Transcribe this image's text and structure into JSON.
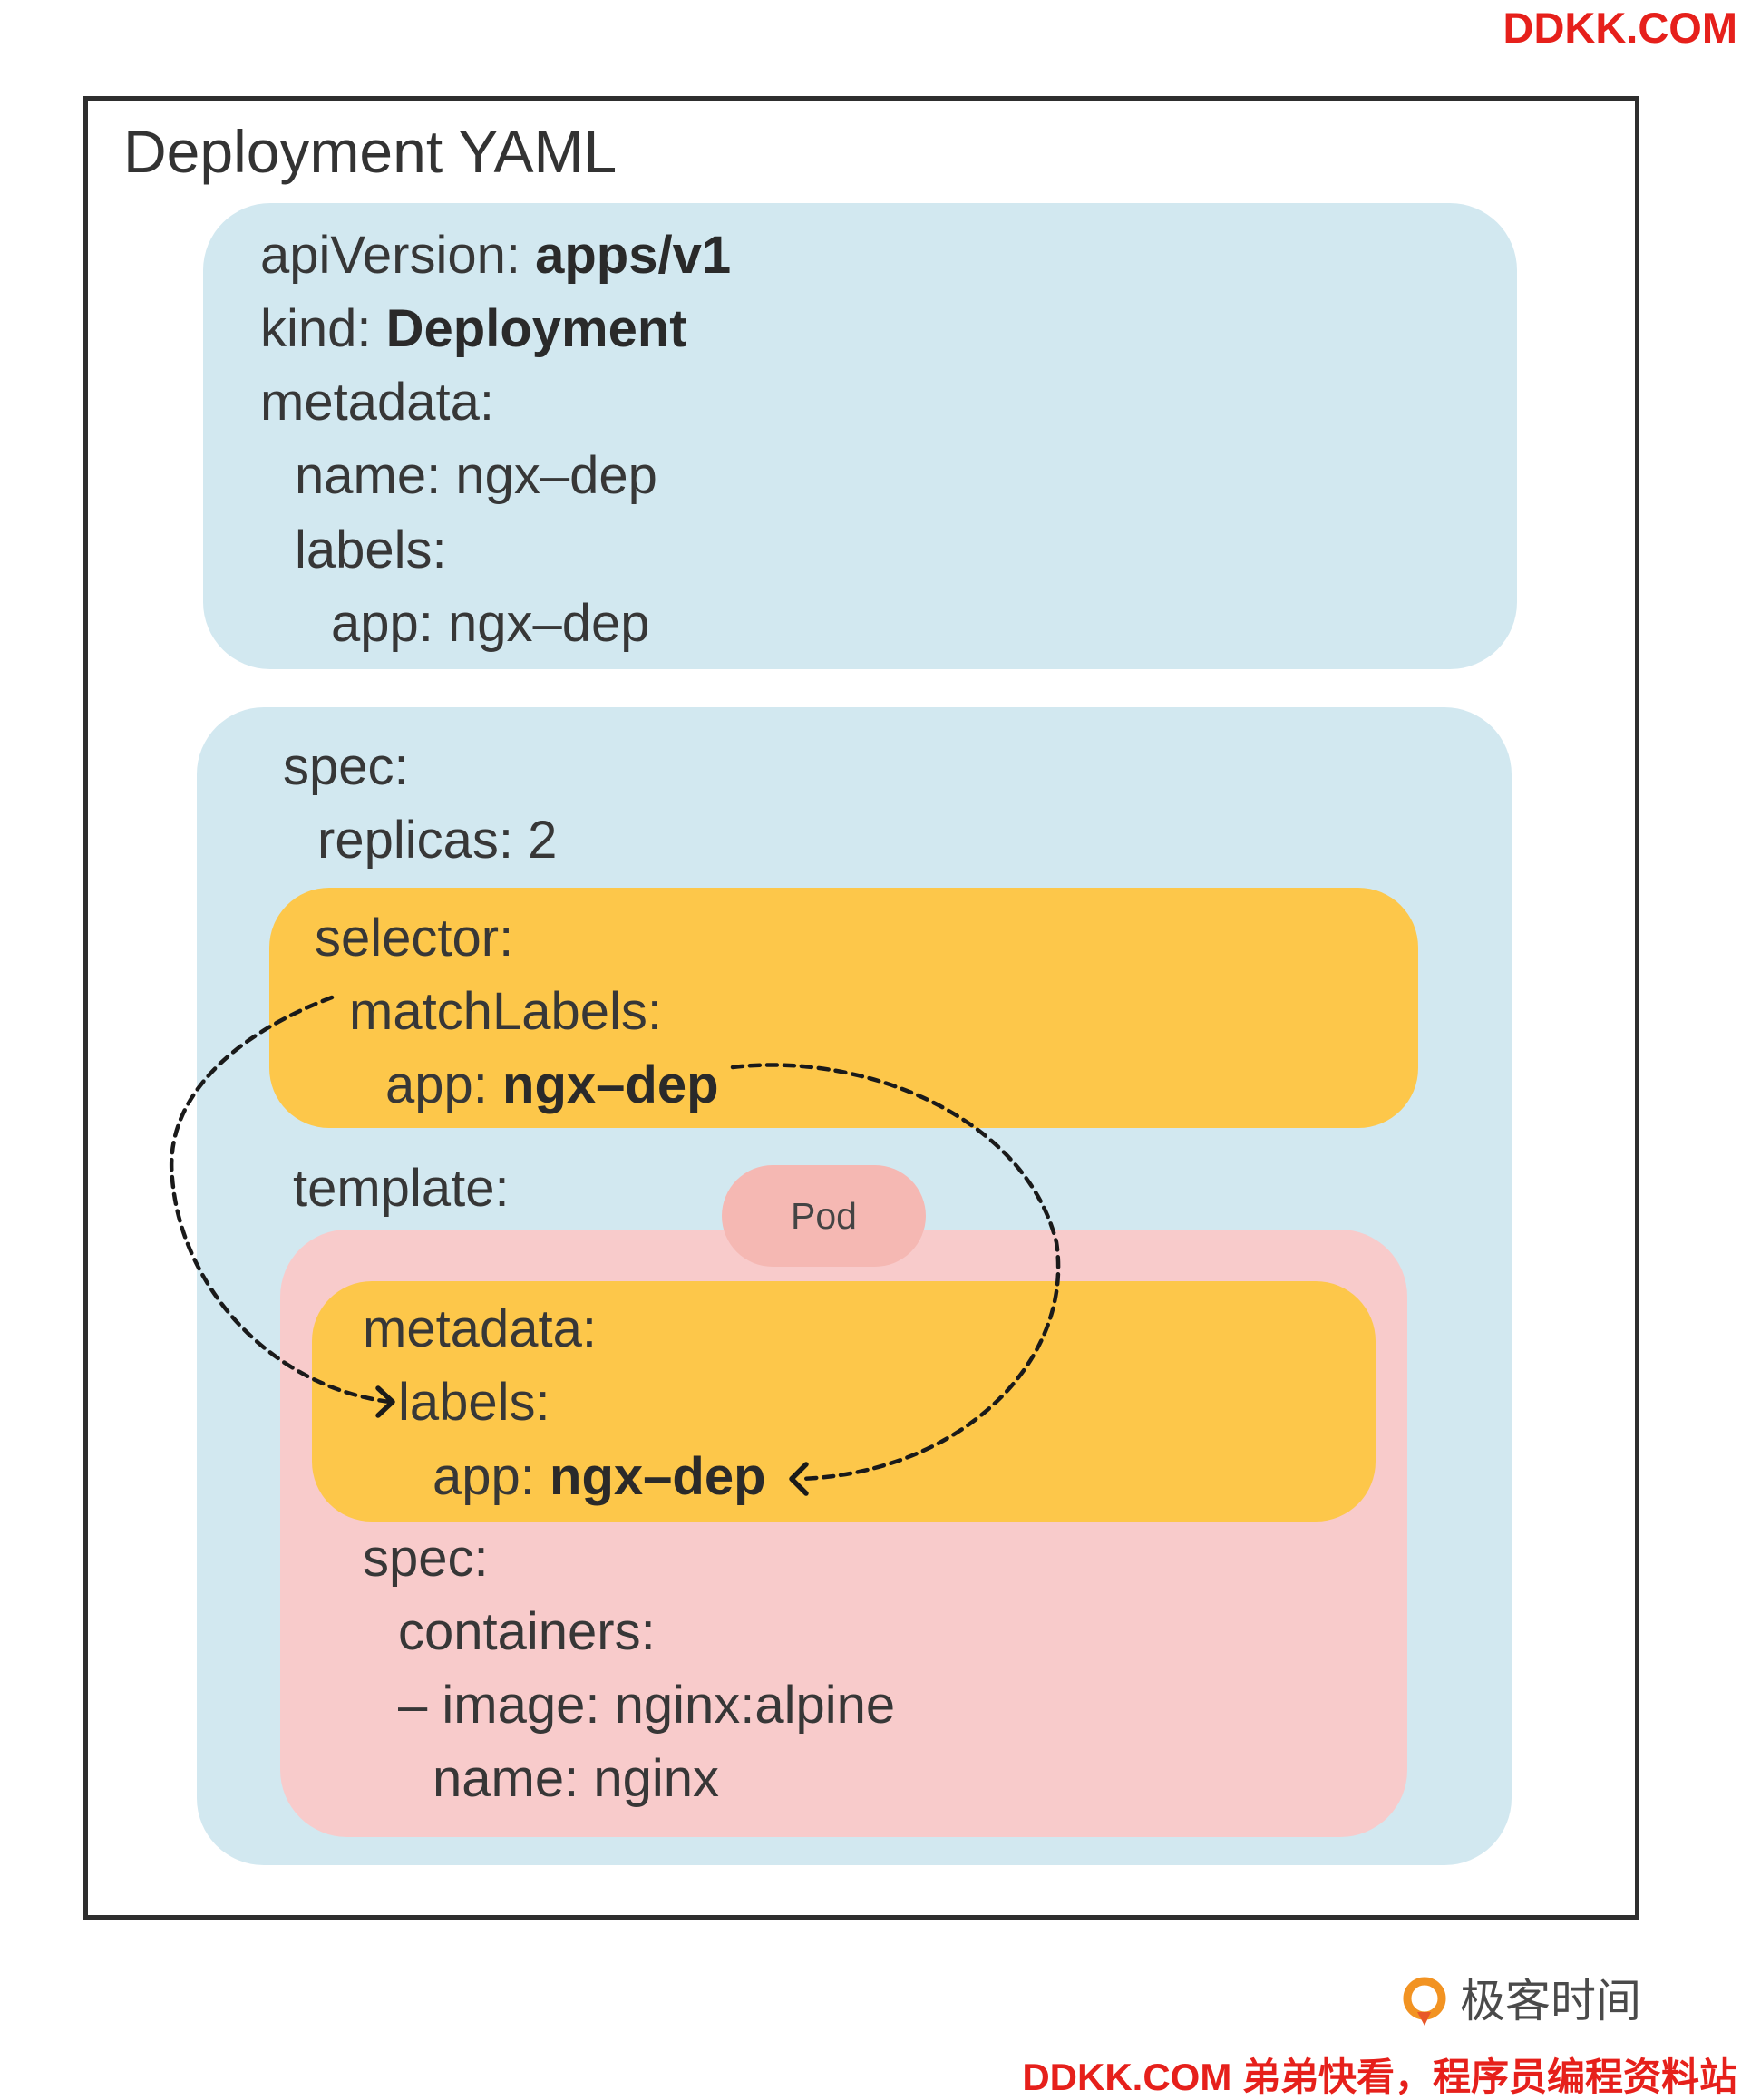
{
  "watermark": {
    "top": "DDKK.COM",
    "bottom": "DDKK.COM 弟弟快看，程序员编程资料站"
  },
  "title": "Deployment YAML",
  "header_block": {
    "api_version": {
      "key": "apiVersion:",
      "value": "apps/v1"
    },
    "kind": {
      "key": "kind:",
      "value": "Deployment"
    },
    "metadata": {
      "key": "metadata:"
    },
    "name": {
      "key": "name:",
      "value": "ngx–dep"
    },
    "labels": {
      "key": "labels:"
    },
    "app": {
      "key": "app:",
      "value": "ngx–dep"
    }
  },
  "spec_block": {
    "spec": {
      "key": "spec:"
    },
    "replicas": {
      "key": "replicas:",
      "value": "2"
    },
    "selector": {
      "selector": {
        "key": "selector:"
      },
      "match_labels": {
        "key": "matchLabels:"
      },
      "app": {
        "key": "app:",
        "value": "ngx–dep"
      }
    },
    "template": {
      "key": "template:"
    },
    "pod_badge": "Pod",
    "pod_template": {
      "metadata": {
        "key": "metadata:"
      },
      "labels": {
        "key": "labels:"
      },
      "app": {
        "key": "app:",
        "value": "ngx–dep"
      },
      "spec": {
        "key": "spec:"
      },
      "containers": {
        "key": "containers:"
      },
      "image": {
        "marker": "–",
        "key": "image:",
        "value": "nginx:alpine"
      },
      "name": {
        "key": "name:",
        "value": "nginx"
      }
    }
  },
  "logo": {
    "icon": "geektime-logo-icon",
    "text": "极客时间"
  },
  "colors": {
    "text": "#373737",
    "frame": "#2e2e2e",
    "block": "#d2e8f0",
    "selector": "#fdc74a",
    "pod_template": "#f8cbcb",
    "pod_badge": "#f5b8b3",
    "arrow": "#1a1a1a",
    "watermark": "#e6201b",
    "logo": "#f29322"
  }
}
